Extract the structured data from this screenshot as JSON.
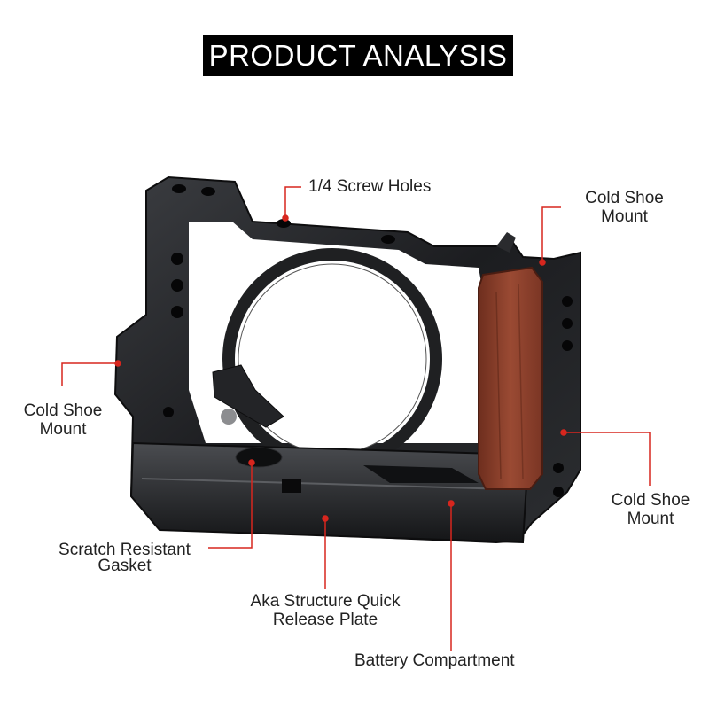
{
  "header": {
    "title": "PRODUCT ANALYSIS"
  },
  "colors": {
    "leader_line": "#d7261e",
    "frame": "#1f2022",
    "wood_grip": "#8a3f2a"
  },
  "callouts": {
    "screw_holes": "1/4 Screw Holes",
    "cold_shoe_top_right": [
      "Cold Shoe",
      "Mount"
    ],
    "cold_shoe_left": [
      "Cold Shoe",
      "Mount"
    ],
    "cold_shoe_right": [
      "Cold Shoe",
      "Mount"
    ],
    "scratch_gasket": [
      "Scratch Resistant",
      "Gasket"
    ],
    "quick_release": [
      "Aka Structure Quick",
      "Release Plate"
    ],
    "battery": "Battery Compartment"
  }
}
